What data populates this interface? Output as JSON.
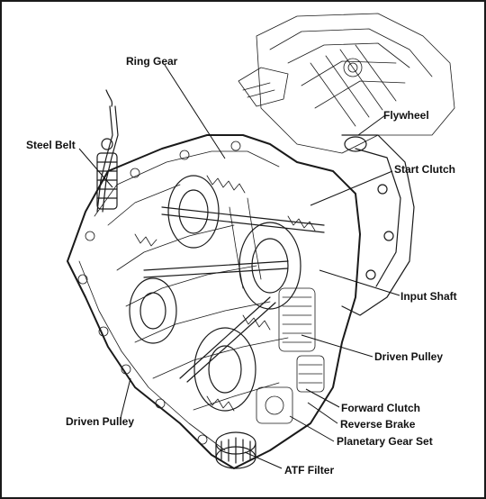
{
  "figure": {
    "labels": {
      "ring_gear": "Ring Gear",
      "flywheel": "Flywheel",
      "steel_belt": "Steel Belt",
      "start_clutch": "Start Clutch",
      "input_shaft": "Input Shaft",
      "driven_pulley_right": "Driven Pulley",
      "driven_pulley_left": "Driven Pulley",
      "forward_clutch": "Forward Clutch",
      "reverse_brake": "Reverse Brake",
      "planetary_gear_set": "Planetary Gear Set",
      "atf_filter": "ATF Filter"
    }
  }
}
